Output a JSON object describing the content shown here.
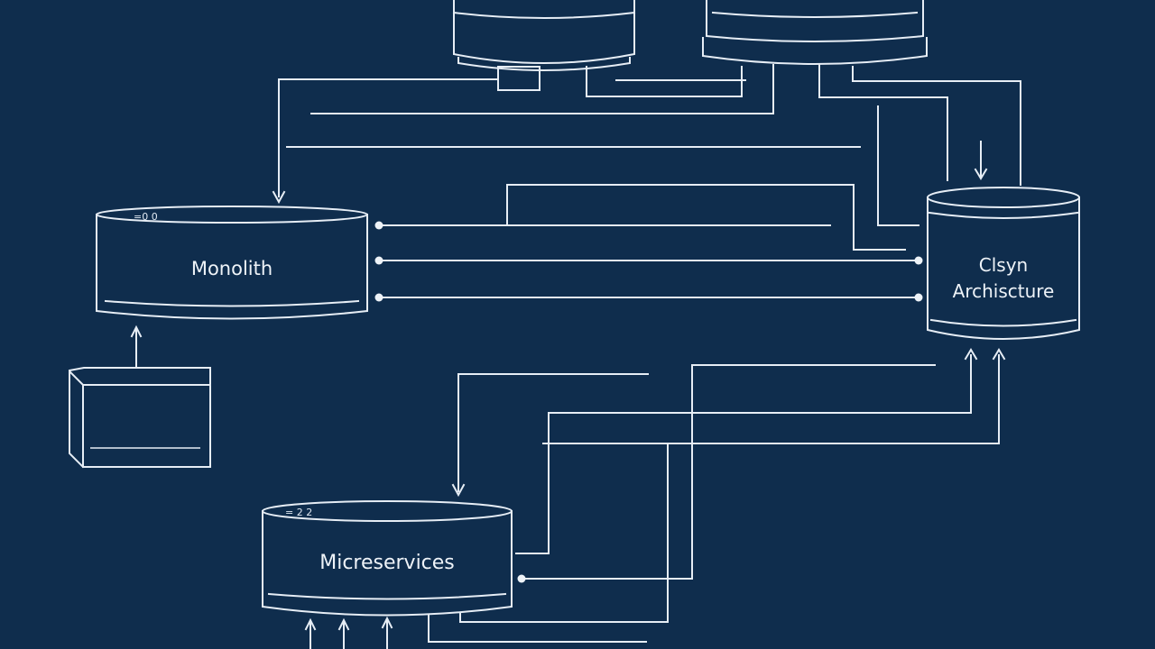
{
  "diagram": {
    "colors": {
      "background": "#0f2d4d",
      "line": "#e6edf5"
    },
    "nodes": {
      "monolith": {
        "label": "Monolith",
        "tag": "=0 0"
      },
      "cloud": {
        "label_line1": "Clsyn",
        "label_line2": "Archiscture"
      },
      "microservices": {
        "label": "Micreservices",
        "tag": "= 2 2"
      }
    }
  }
}
